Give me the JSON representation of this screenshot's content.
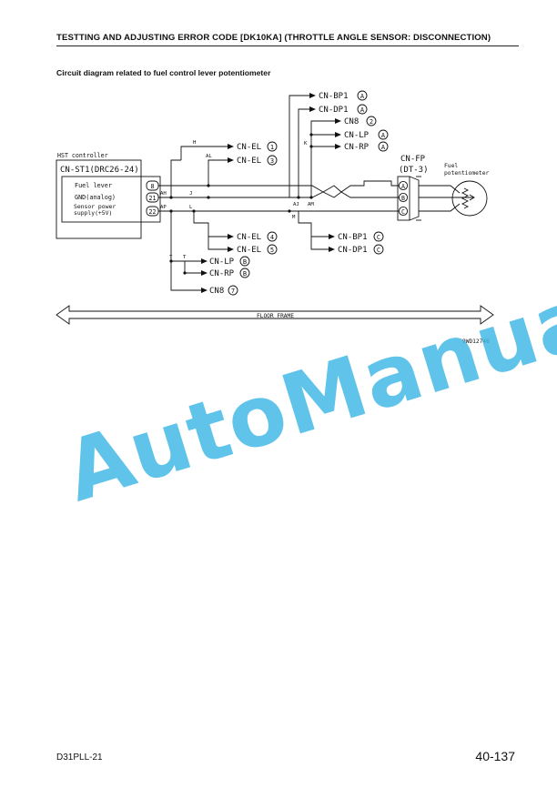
{
  "header": {
    "title": "TESTTING AND ADJUSTING ERROR CODE [DK10KA] (THROTTLE ANGLE SENSOR: DISCONNECTION)"
  },
  "section": {
    "title": "Circuit diagram related to fuel control lever potentiometer"
  },
  "diagram": {
    "controller": {
      "label": "HST controller",
      "connector": "CN-ST1(DRC26-24)",
      "rows": [
        {
          "label": "Fuel lever",
          "pin": "8"
        },
        {
          "label": "GND(analog)",
          "pin": "21"
        },
        {
          "label": "Sensor power supply(+5V)",
          "pin": "22"
        }
      ]
    },
    "top_connectors": [
      {
        "name": "CN-BP1",
        "pin": "A"
      },
      {
        "name": "CN-DP1",
        "pin": "A"
      },
      {
        "name": "CN8",
        "pin": "2"
      },
      {
        "name": "CN-LP",
        "pin": "A"
      },
      {
        "name": "CN-RP",
        "pin": "A"
      }
    ],
    "mid_connectors": [
      {
        "name": "CN-EL",
        "pin": "1"
      },
      {
        "name": "CN-EL",
        "pin": "3"
      }
    ],
    "low_connectors": [
      {
        "name": "CN-EL",
        "pin": "4"
      },
      {
        "name": "CN-EL",
        "pin": "5"
      }
    ],
    "right_low_connectors": [
      {
        "name": "CN-BP1",
        "pin": "C"
      },
      {
        "name": "CN-DP1",
        "pin": "C"
      }
    ],
    "bottom_connectors": [
      {
        "name": "CN-LP",
        "pin": "B"
      },
      {
        "name": "CN-RP",
        "pin": "B"
      },
      {
        "name": "CN8",
        "pin": "7"
      }
    ],
    "splice_labels": [
      "H",
      "AL",
      "AH",
      "AP",
      "J",
      "L",
      "K",
      "AJ",
      "AM",
      "M",
      "T",
      "T"
    ],
    "fp_connector": {
      "name": "CN-FP",
      "type": "(DT-3)",
      "pins": [
        "A",
        "B",
        "C"
      ]
    },
    "potentiometer": {
      "line1": "Fuel",
      "line2": "potentiometer"
    },
    "floor_frame": "FLOOR FRAME",
    "figure_code": "9WD12746"
  },
  "watermark": "AutoManual",
  "footer": {
    "model": "D31PLL-21",
    "page": "40-137"
  }
}
